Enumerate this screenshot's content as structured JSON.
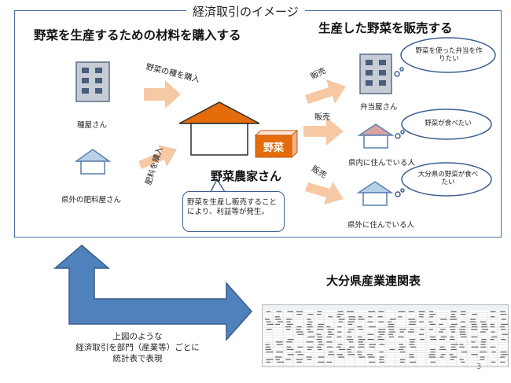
{
  "frame": {
    "title": "経済取引のイメージ"
  },
  "headings": {
    "left": "野菜を生産するための材料を購入する",
    "right": "生産した野菜を販売する"
  },
  "suppliers": {
    "seed_shop": "種屋さん",
    "fertilizer_shop": "県外の肥料屋さん"
  },
  "purchase_arrows": {
    "seeds": "野菜の種を購入",
    "fertilizer": "肥料を購入"
  },
  "farm": {
    "veg_box": "野菜",
    "farmer": "野菜農家さん",
    "callout": "野菜を生産し販売することにより、利益等が発生。"
  },
  "sales_arrows": {
    "a": "販売",
    "b": "販売",
    "c": "販売"
  },
  "buyers": {
    "bento_shop": "弁当屋さん",
    "in_pref": "県内に住んでいる人",
    "out_pref": "県外に住んでいる人"
  },
  "bubbles": {
    "bento": "野菜を使った弁当を作りたい",
    "in_pref": "野菜が食べたい",
    "out_pref": "大分県の野菜が食べたい"
  },
  "bottom": {
    "table_title": "大分県産業連関表",
    "description_line1": "上図のような",
    "description_line2": "経済取引を部門（産業等）ごとに",
    "description_line3": "統計表で表現",
    "page_number": "3"
  },
  "colors": {
    "orange": "#e46c0a",
    "arrow_peach": "#f7c8a4",
    "blue_arrow": "#4f81bd",
    "frame_blue": "#4a6fa8",
    "house_pink": "#d9a4a4",
    "house_blue": "#b7d2e8",
    "building_gray": "#c5ccd6"
  },
  "icons": [
    "building-icon",
    "house-icon",
    "cloud-bubble-icon",
    "spreadsheet-thumbnail"
  ]
}
